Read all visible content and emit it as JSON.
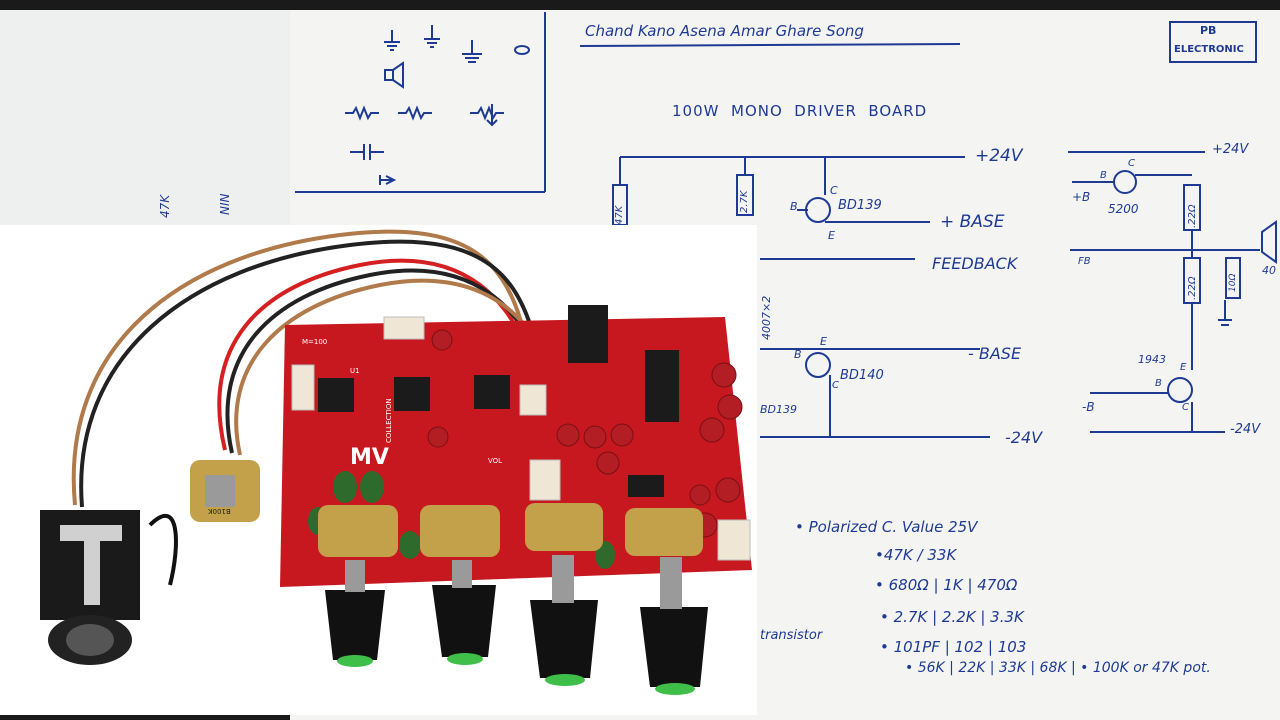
{
  "schematic": {
    "song_title": "Chand Kano Asena Amar Ghare Song",
    "brand_line1": "PB",
    "brand_line2": "ELECTRONIC",
    "board_title": "100W  MONO  DRIVER  BOARD",
    "labels": {
      "plus24_a": "+24V",
      "plus24_b": "+24V",
      "minus24_a": "-24V",
      "minus24_b": "-24V",
      "plus_base": "+ BASE",
      "minus_base": "- BASE",
      "feedback": "FEEDBACK",
      "bd139": "BD139",
      "bd140": "BD140",
      "bd139_b": "BD139",
      "t5200": "5200",
      "t1943": "1943",
      "r47k": "47K",
      "r27k": "2.7K",
      "r22_a": ".22Ω",
      "r22_b": ".22Ω",
      "r10": "10Ω",
      "d4007": "4007×2",
      "plus_b": "+B",
      "minus_b": "-B",
      "fb": "FB",
      "b_a": "B",
      "c_a": "C",
      "e_a": "E",
      "b_b": "B",
      "e_b": "E",
      "c_b": "C",
      "c_5200": "C",
      "b_5200": "B",
      "e_1943": "E",
      "b_1943": "B",
      "c_1943": "C",
      "w40": "40",
      "left_47k": "47K",
      "left_nin": "NIN"
    },
    "notes": [
      "• Polarized C. Value 25V",
      "•47K / 33K",
      "• 680Ω | 1K | 470Ω",
      "• 2.7K | 2.2K | 3.3K",
      "• 101PF | 102 | 103",
      "• 56K | 22K | 33K | 68K | • 100K or 47K pot."
    ],
    "transistor_note": "transistor"
  },
  "board": {
    "silk_top": "M=100",
    "silk_u1": "U1",
    "silk_collection": "COLLECTION",
    "silk_vol": "VOL",
    "silk_brand": "MV",
    "pot_label": "B100K"
  },
  "colors": {
    "ink": "#1f3a93",
    "pcb": "#c8181f",
    "paper": "#f4f5f3"
  }
}
